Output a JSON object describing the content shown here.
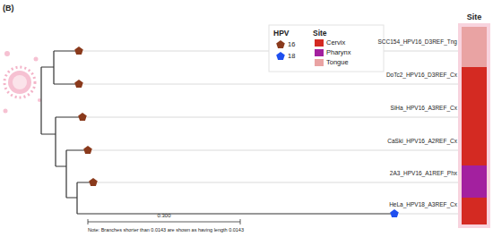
{
  "diagram": {
    "labels": [
      "(B)",
      "Site",
      "HPV",
      "Site",
      "SCC154_HPV16_D3REF_Tng",
      "DoTc2_HPV16_D3REF_Cx",
      "SiHa_HPV16_A3REF_Cx",
      "CaSki_HPV16_A2REF_Cx",
      "2A3_HPV16_A1REF_Phx",
      "HeLa_HPV18_A3REF_Cx",
      "0.300",
      "Note: Branches shorter than 0.0143 are shown as having length 0.0143"
    ],
    "legend": [
      {
        "text": "16"
      },
      {
        "text": "18"
      },
      {
        "text": "Cervix",
        "color": "#d42a22"
      },
      {
        "text": "Pharynx",
        "color": "#a3209f"
      },
      {
        "text": "Tongue",
        "color": "#e9a3a3"
      }
    ]
  }
}
